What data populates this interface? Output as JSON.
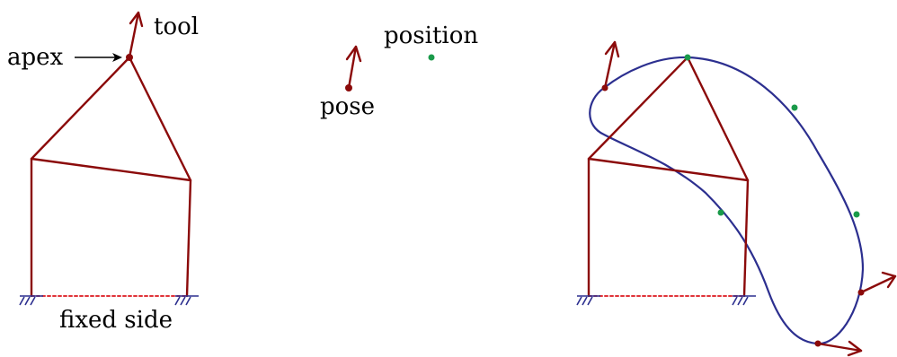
{
  "labels": {
    "apex": "apex",
    "tool": "tool",
    "fixed_side": "fixed side",
    "pose": "pose",
    "position": "position"
  },
  "colors": {
    "link": "#8b0a0a",
    "pose_dot": "#8b0a0a",
    "position_dot": "#1a9a4a",
    "curve": "#2c2f8f",
    "ground_hatch": "#2c2f8f",
    "fixed_side_line": "#e0343a",
    "annotation": "#000000"
  },
  "icons": {
    "ground": "ground-hatch-icon",
    "arrow": "arrow-icon"
  }
}
